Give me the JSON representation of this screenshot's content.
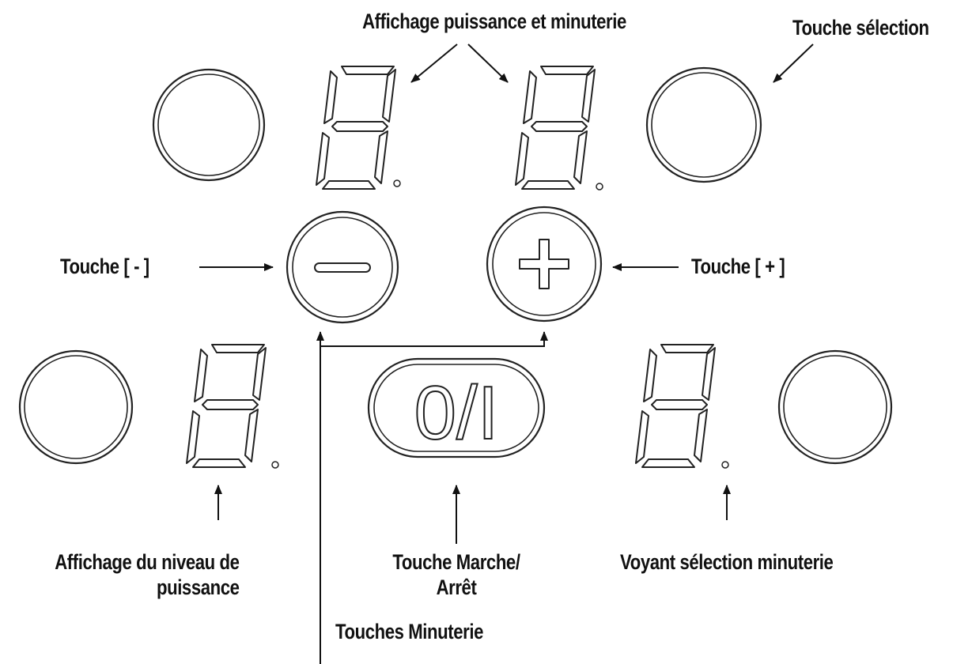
{
  "labels": {
    "power_timer_display": "Affichage puissance et minuterie",
    "select_key": "Touche sélection",
    "minus_key": "Touche [ - ]",
    "plus_key": "Touche [ + ]",
    "power_level_display_line1": "Affichage du niveau de",
    "power_level_display_line2": "puissance",
    "on_off_key_line1": "Touche Marche/",
    "on_off_key_line2": "Arrêt",
    "timer_select_indicator": "Voyant sélection minuterie",
    "timer_keys": "Touches Minuterie"
  },
  "buttons": {
    "on_off_symbol": "0/I"
  },
  "colors": {
    "line": "#222222",
    "text": "#111111",
    "background": "#ffffff"
  }
}
